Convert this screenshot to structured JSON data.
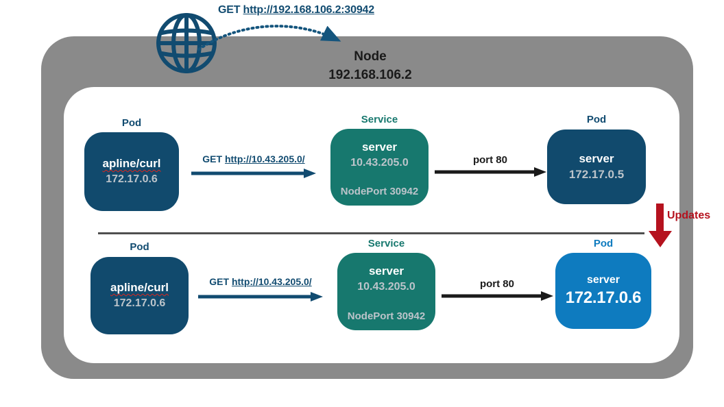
{
  "external_request": {
    "method": "GET",
    "url": "http://192.168.106.2:30942"
  },
  "node": {
    "label": "Node",
    "ip": "192.168.106.2"
  },
  "updates_label": "Updates",
  "rows": [
    {
      "client_pod": {
        "kind": "Pod",
        "name": "apline/curl",
        "ip": "172.17.0.6"
      },
      "request": {
        "method": "GET",
        "url": "http://10.43.205.0/"
      },
      "service": {
        "kind": "Service",
        "name": "server",
        "ip": "10.43.205.0",
        "nodeport": "NodePort 30942"
      },
      "port_label": "port 80",
      "server_pod": {
        "kind": "Pod",
        "name": "server",
        "ip": "172.17.0.5"
      }
    },
    {
      "client_pod": {
        "kind": "Pod",
        "name": "apline/curl",
        "ip": "172.17.0.6"
      },
      "request": {
        "method": "GET",
        "url": "http://10.43.205.0/"
      },
      "service": {
        "kind": "Service",
        "name": "server",
        "ip": "10.43.205.0",
        "nodeport": "NodePort 30942"
      },
      "port_label": "port 80",
      "server_pod": {
        "kind": "Pod",
        "name": "server",
        "ip": "172.17.0.6"
      }
    }
  ],
  "colors": {
    "node_gray": "#8a8a8a",
    "pod_dark_blue": "#114a6d",
    "service_teal": "#17786e",
    "pod_light_blue": "#0e7bbf",
    "arrow_blue": "#114b70",
    "updates_red": "#b5121e",
    "separator_gray": "#4f4f4f"
  }
}
